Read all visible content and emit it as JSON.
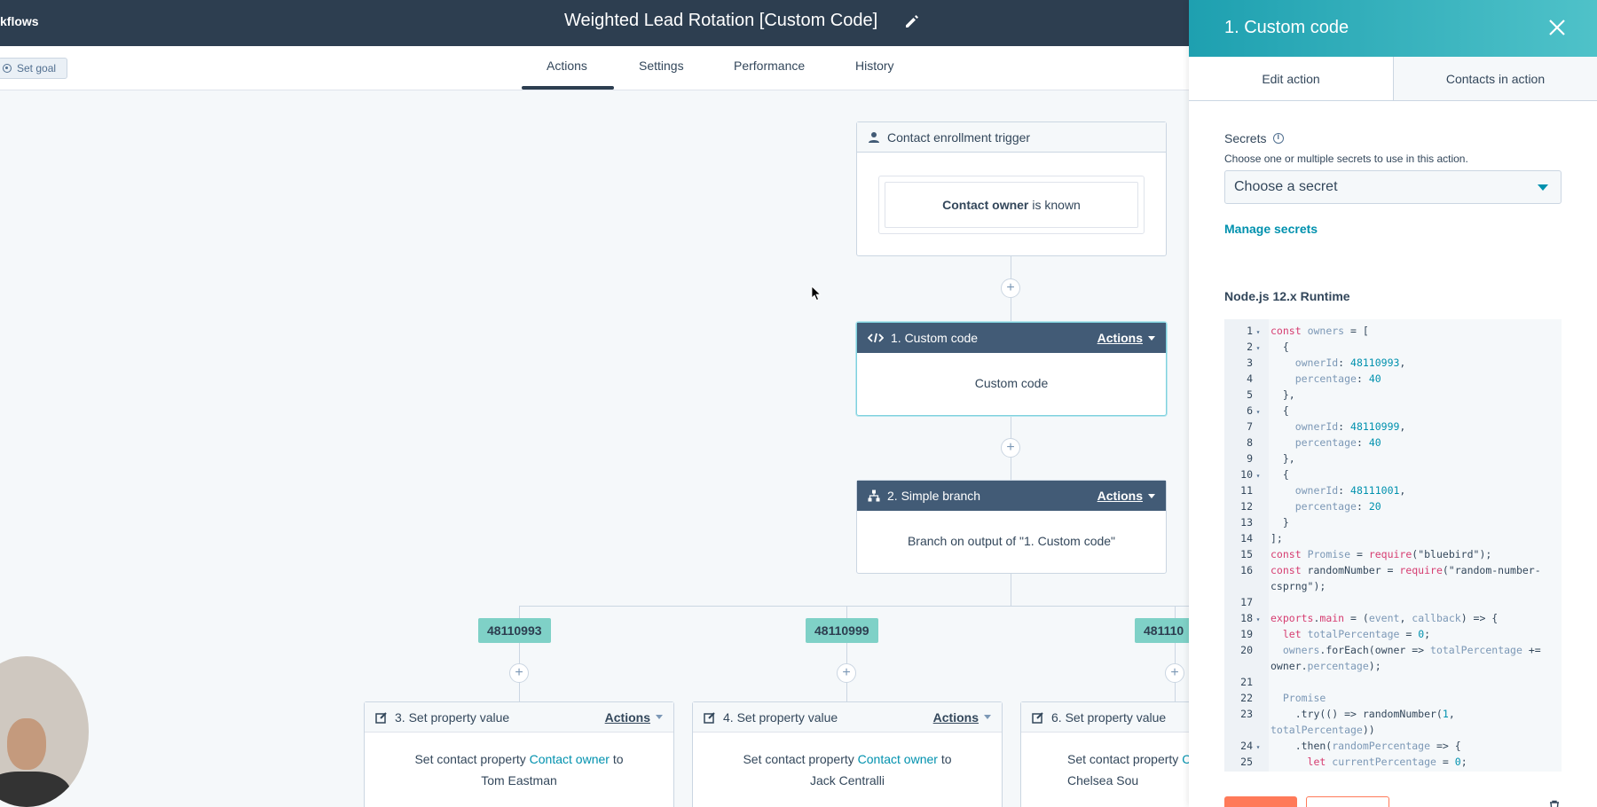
{
  "header": {
    "breadcrumb": "kflows",
    "title": "Weighted Lead Rotation [Custom Code]"
  },
  "toolbar": {
    "set_goal": "Set goal",
    "tabs": [
      {
        "label": "Actions",
        "active": true
      },
      {
        "label": "Settings",
        "active": false
      },
      {
        "label": "Performance",
        "active": false
      },
      {
        "label": "History",
        "active": false
      }
    ]
  },
  "workflow": {
    "trigger": {
      "title": "Contact enrollment trigger",
      "condition_bold": "Contact owner",
      "condition_rest": "is known"
    },
    "actions_label": "Actions",
    "custom_code": {
      "title": "1. Custom code",
      "body": "Custom code"
    },
    "branch": {
      "title": "2. Simple branch",
      "body": "Branch on output of \"1. Custom code\""
    },
    "branches": [
      {
        "badge": "48110993",
        "title": "3. Set property value",
        "prefix": "Set contact property",
        "property": "Contact owner",
        "suffix": "to",
        "value": "Tom Eastman"
      },
      {
        "badge": "48110999",
        "title": "4. Set property value",
        "prefix": "Set contact property",
        "property": "Contact owner",
        "suffix": "to",
        "value": "Jack Centralli"
      },
      {
        "badge": "481110",
        "title": "6. Set property value",
        "prefix": "Set contact property",
        "property": "C",
        "value": "Chelsea Sou"
      }
    ]
  },
  "panel": {
    "title": "1. Custom code",
    "tabs": [
      "Edit action",
      "Contacts in action"
    ],
    "secrets_label": "Secrets",
    "secrets_help": "Choose one or multiple secrets to use in this action.",
    "select_placeholder": "Choose a secret",
    "manage_link": "Manage secrets",
    "runtime_label": "Node.js 12.x Runtime",
    "code_lines": [
      {
        "n": "1",
        "fold": true,
        "t": "const owners = ["
      },
      {
        "n": "2",
        "fold": true,
        "t": "  {"
      },
      {
        "n": "3",
        "fold": false,
        "t": "    ownerId: 48110993,"
      },
      {
        "n": "4",
        "fold": false,
        "t": "    percentage: 40"
      },
      {
        "n": "5",
        "fold": false,
        "t": "  },"
      },
      {
        "n": "6",
        "fold": true,
        "t": "  {"
      },
      {
        "n": "7",
        "fold": false,
        "t": "    ownerId: 48110999,"
      },
      {
        "n": "8",
        "fold": false,
        "t": "    percentage: 40"
      },
      {
        "n": "9",
        "fold": false,
        "t": "  },"
      },
      {
        "n": "10",
        "fold": true,
        "t": "  {"
      },
      {
        "n": "11",
        "fold": false,
        "t": "    ownerId: 48111001,"
      },
      {
        "n": "12",
        "fold": false,
        "t": "    percentage: 20"
      },
      {
        "n": "13",
        "fold": false,
        "t": "  }"
      },
      {
        "n": "14",
        "fold": false,
        "t": "];"
      },
      {
        "n": "15",
        "fold": false,
        "t": "const Promise = require(\"bluebird\");"
      },
      {
        "n": "16",
        "fold": false,
        "t": "const randomNumber = require(\"random-number-"
      },
      {
        "n": "",
        "fold": false,
        "t": "csprng\");"
      },
      {
        "n": "17",
        "fold": false,
        "t": ""
      },
      {
        "n": "18",
        "fold": true,
        "t": "exports.main = (event, callback) => {"
      },
      {
        "n": "19",
        "fold": false,
        "t": "  let totalPercentage = 0;"
      },
      {
        "n": "20",
        "fold": false,
        "t": "  owners.forEach(owner => totalPercentage +="
      },
      {
        "n": "",
        "fold": false,
        "t": "owner.percentage);"
      },
      {
        "n": "21",
        "fold": false,
        "t": ""
      },
      {
        "n": "22",
        "fold": false,
        "t": "  Promise"
      },
      {
        "n": "23",
        "fold": false,
        "t": "    .try(() => randomNumber(1,"
      },
      {
        "n": "",
        "fold": false,
        "t": "totalPercentage))"
      },
      {
        "n": "24",
        "fold": true,
        "t": "    .then(randomPercentage => {"
      },
      {
        "n": "25",
        "fold": false,
        "t": "      let currentPercentage = 0;"
      }
    ]
  },
  "colors": {
    "topbar": "#2d3e50",
    "accent_teal": "#0091ae",
    "branch_badge": "#7fd1c7",
    "card_header_dark": "#425b76",
    "save_button": "#ff7a59"
  }
}
